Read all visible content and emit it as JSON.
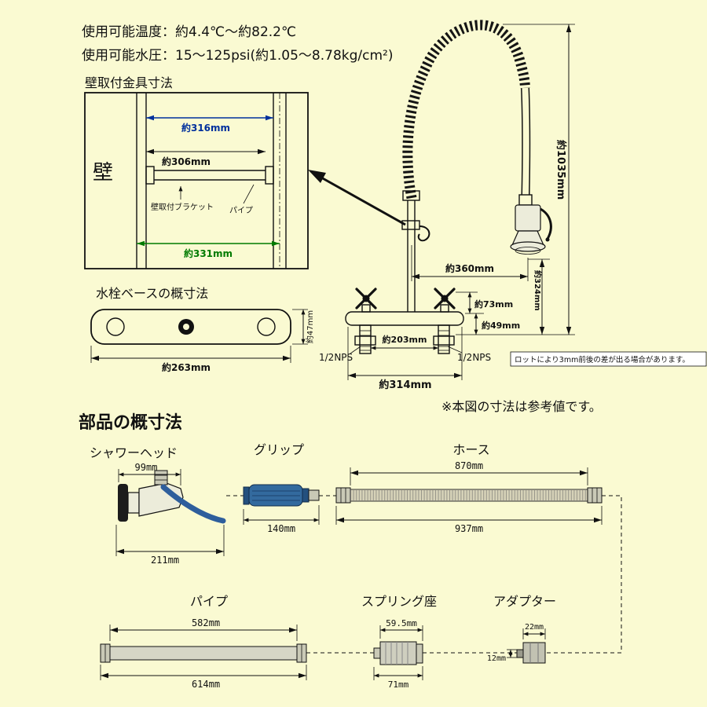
{
  "colors": {
    "background": "#FAFAD2",
    "accent_blue": "#00309C",
    "accent_green": "#007A00",
    "grip_blue": "#336A9E"
  },
  "header": {
    "line1": "使用可能温度：約4.4℃～約82.2℃",
    "line2": "使用可能水圧：15～125psi(約1.05～8.78kg/cm²)"
  },
  "wall_box": {
    "title": "壁取付金具寸法",
    "wall": "壁",
    "dim316": "約316mm",
    "dim306": "約306mm",
    "dim331": "約331mm",
    "bracket": "壁取付ブラケット",
    "pipe": "パイプ"
  },
  "base": {
    "title": "水栓ベースの概寸法",
    "dim_w": "約263mm",
    "dim_h": "約47mm"
  },
  "faucet": {
    "h1035": "約1035mm",
    "w360": "約360mm",
    "h324": "約324mm",
    "h73": "約73mm",
    "h49": "約49mm",
    "w203": "約203mm",
    "w314": "約314mm",
    "nps_l": "1/2NPS",
    "nps_r": "1/2NPS",
    "lot": "ロットにより3mm前後の差が出る場合があります。",
    "ref": "※本図の寸法は参考値です。"
  },
  "parts": {
    "title": "部品の概寸法",
    "shower": {
      "label": "シャワーヘッド",
      "d1": "99mm",
      "d2": "211mm"
    },
    "grip": {
      "label": "グリップ",
      "d1": "140mm"
    },
    "hose": {
      "label": "ホース",
      "d1": "870mm",
      "d2": "937mm"
    },
    "pipe": {
      "label": "パイプ",
      "d1": "582mm",
      "d2": "614mm"
    },
    "spring": {
      "label": "スプリング座",
      "d1": "59.5mm",
      "d2": "71mm"
    },
    "adapter": {
      "label": "アダプター",
      "d1": "22mm",
      "d2": "12mm"
    }
  }
}
